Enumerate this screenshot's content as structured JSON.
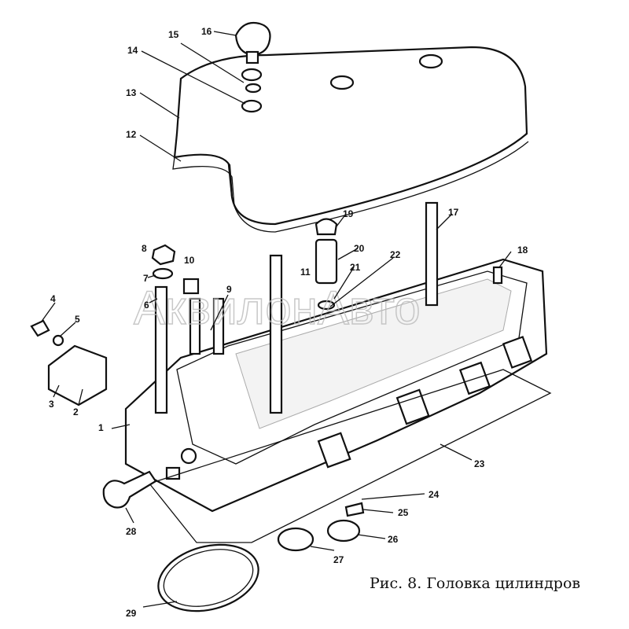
{
  "caption": "Рис. 8. Головка цилиндров",
  "watermark": "АквилонАвто",
  "callouts": [
    "1",
    "2",
    "3",
    "4",
    "5",
    "6",
    "7",
    "8",
    "9",
    "10",
    "11",
    "12",
    "13",
    "14",
    "15",
    "16",
    "17",
    "18",
    "19",
    "20",
    "21",
    "22",
    "23",
    "24",
    "25",
    "26",
    "27",
    "28",
    "29"
  ]
}
